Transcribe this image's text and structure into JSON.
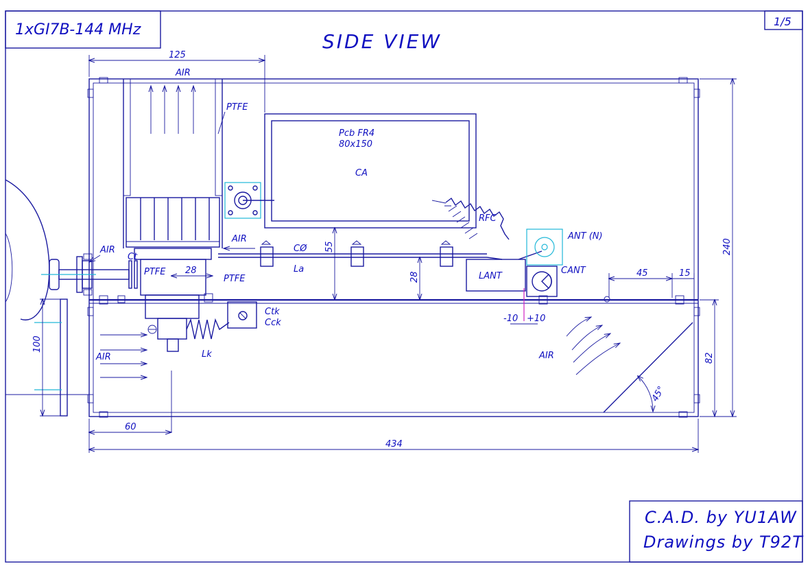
{
  "title_block": {
    "model": "1xGI7B-144 MHz",
    "sheet": "1/5"
  },
  "view_title": "SIDE VIEW",
  "credits": {
    "line1": "C.A.D. by YU1AW",
    "line2": "Drawings by T92T"
  },
  "labels": {
    "air": "AIR",
    "ptfe": "PTFE",
    "pcb": "Pcb FR4",
    "pcb_size": "80x150",
    "ca": "CA",
    "rfc": "RFC",
    "ant_n": "ANT (N)",
    "cant": "CANT",
    "lant": "LANT",
    "c0": "CØ",
    "la": "La",
    "ct": "Ct",
    "ctk": "Ctk",
    "cck": "Cck",
    "lk": "Lk",
    "angle": "45°"
  },
  "dimensions": {
    "d125": "125",
    "d240": "240",
    "d55": "55",
    "d28v": "28",
    "d28h": "28",
    "d45": "45",
    "d15": "15",
    "d82": "82",
    "d100": "100",
    "d60": "60",
    "d434": "434",
    "dm10": "-10",
    "dp10": "+10"
  },
  "colors": {
    "ink": "#1a1aa0",
    "cyan": "#20b8d8",
    "magenta": "#d020c0"
  }
}
